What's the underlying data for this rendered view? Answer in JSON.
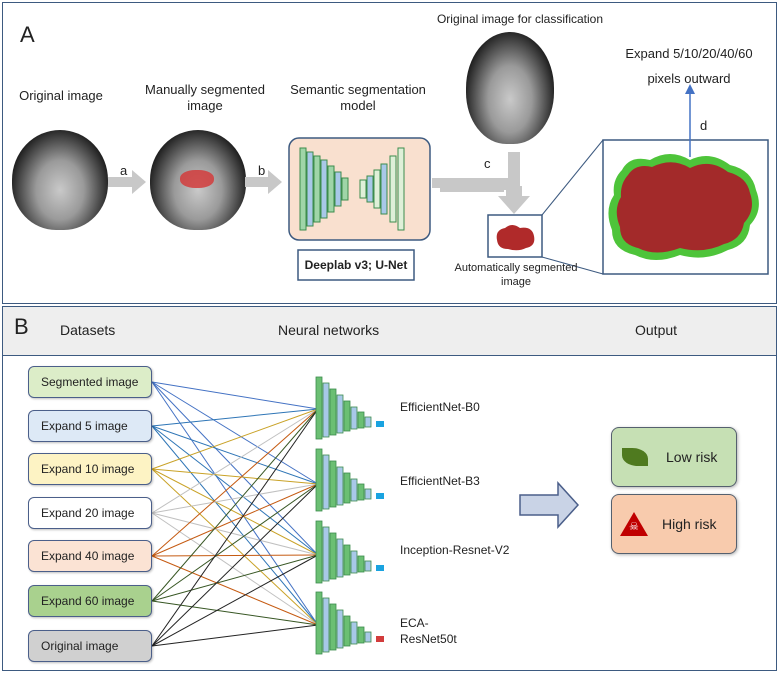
{
  "panel_a": {
    "letter": "A",
    "original_label": "Original image",
    "manual_label": "Manually segmented image",
    "semantic_label": "Semantic segmentation model",
    "model_names": "Deeplab v3; U-Net",
    "classification_label": "Original image for classification",
    "auto_label": "Automatically segmented image",
    "expand_label": "Expand 5/10/20/40/60 pixels outward",
    "step_a": "a",
    "step_b": "b",
    "step_c": "c",
    "step_d": "d"
  },
  "panel_b": {
    "letter": "B",
    "header_datasets": "Datasets",
    "header_networks": "Neural networks",
    "header_output": "Output",
    "datasets": [
      {
        "label": "Segmented image",
        "color": "#dcedc8"
      },
      {
        "label": "Expand 5 image",
        "color": "#dde9f6"
      },
      {
        "label": "Expand 10 image",
        "color": "#fdf3c4"
      },
      {
        "label": "Expand 20 image",
        "color": "#ffffff"
      },
      {
        "label": "Expand 40 image",
        "color": "#fbe3d4"
      },
      {
        "label": "Expand 60 image",
        "color": "#a9d18e"
      },
      {
        "label": "Original image",
        "color": "#d0d0d0"
      }
    ],
    "networks": [
      "EfficientNet-B0",
      "EfficientNet-B3",
      "Inception-Resnet-V2",
      "ECA-ResNet50t"
    ],
    "outputs": {
      "low": {
        "label": "Low risk",
        "color": "#c6e0b4"
      },
      "high": {
        "label": "High risk",
        "color": "#f8cbad"
      }
    }
  }
}
